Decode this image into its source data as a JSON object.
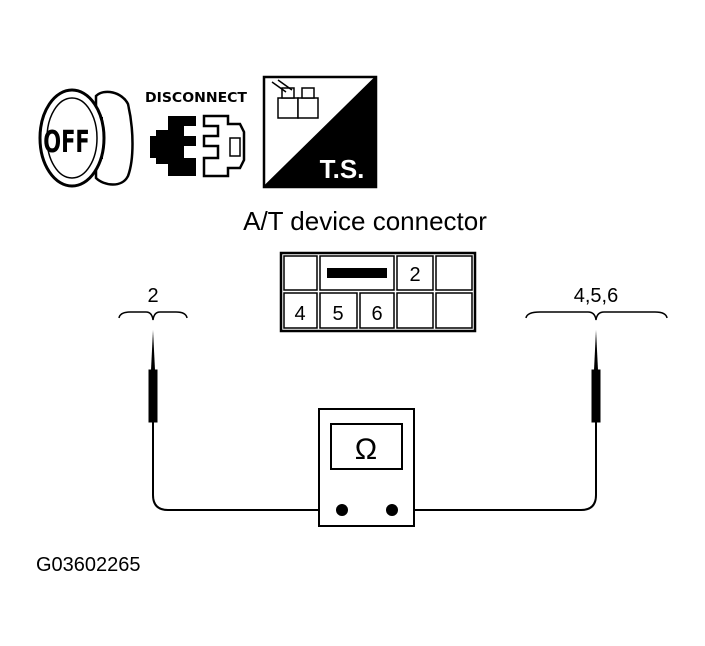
{
  "icons": {
    "ignition": {
      "key_label": "OFF"
    },
    "disconnect": {
      "label": "DISCONNECT"
    },
    "tools": {
      "label": "T.S."
    }
  },
  "connector": {
    "title": "A/T device connector",
    "top_row_terminal": "2",
    "bottom_row_terminals": [
      "4",
      "5",
      "6"
    ]
  },
  "probes": {
    "left_label": "2",
    "right_label": "4,5,6"
  },
  "meter": {
    "symbol": "Ω"
  },
  "figure_code": "G03602265"
}
